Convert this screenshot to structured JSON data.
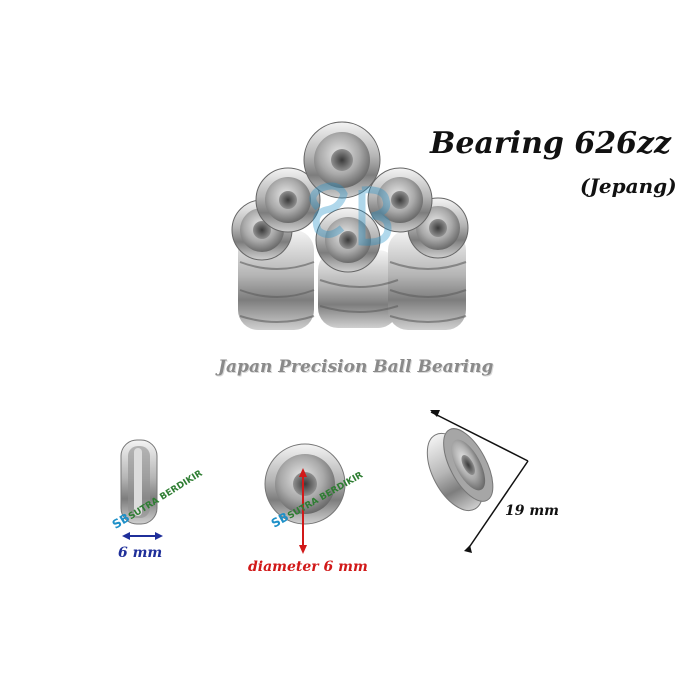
{
  "title": "Bearing 626zz",
  "subtitle": "(Jepang)",
  "tagline": "Japan Precision Ball Bearing",
  "watermark_brand": "SUTRA BERDIKIR",
  "watermark_mark": "SB",
  "dimensions": {
    "width_label": "6 mm",
    "bore_label": "diameter 6 mm",
    "outer_label": "19 mm"
  },
  "colors": {
    "width_arrow": "#1f2f9a",
    "bore_arrow": "#d11919",
    "outer_arrow": "#111111",
    "watermark": "#1e90c8"
  }
}
